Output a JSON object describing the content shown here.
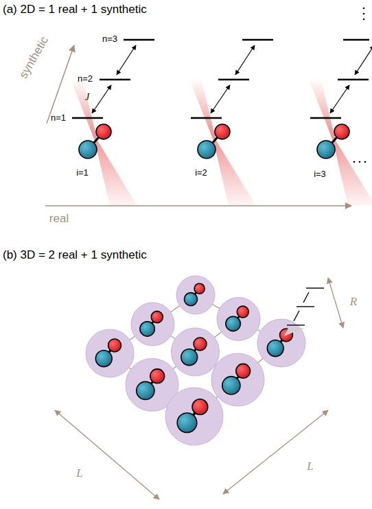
{
  "diagram": {
    "labels": [
      "(a) 2D = 1 real + 1 synthetic",
      "synthetic",
      "n=3",
      "n=2",
      "J",
      "n=1",
      "i=1",
      "i=2",
      "i=3",
      "real",
      "(b) 3D = 2 real + 1 synthetic",
      "R",
      "L",
      "L"
    ]
  }
}
